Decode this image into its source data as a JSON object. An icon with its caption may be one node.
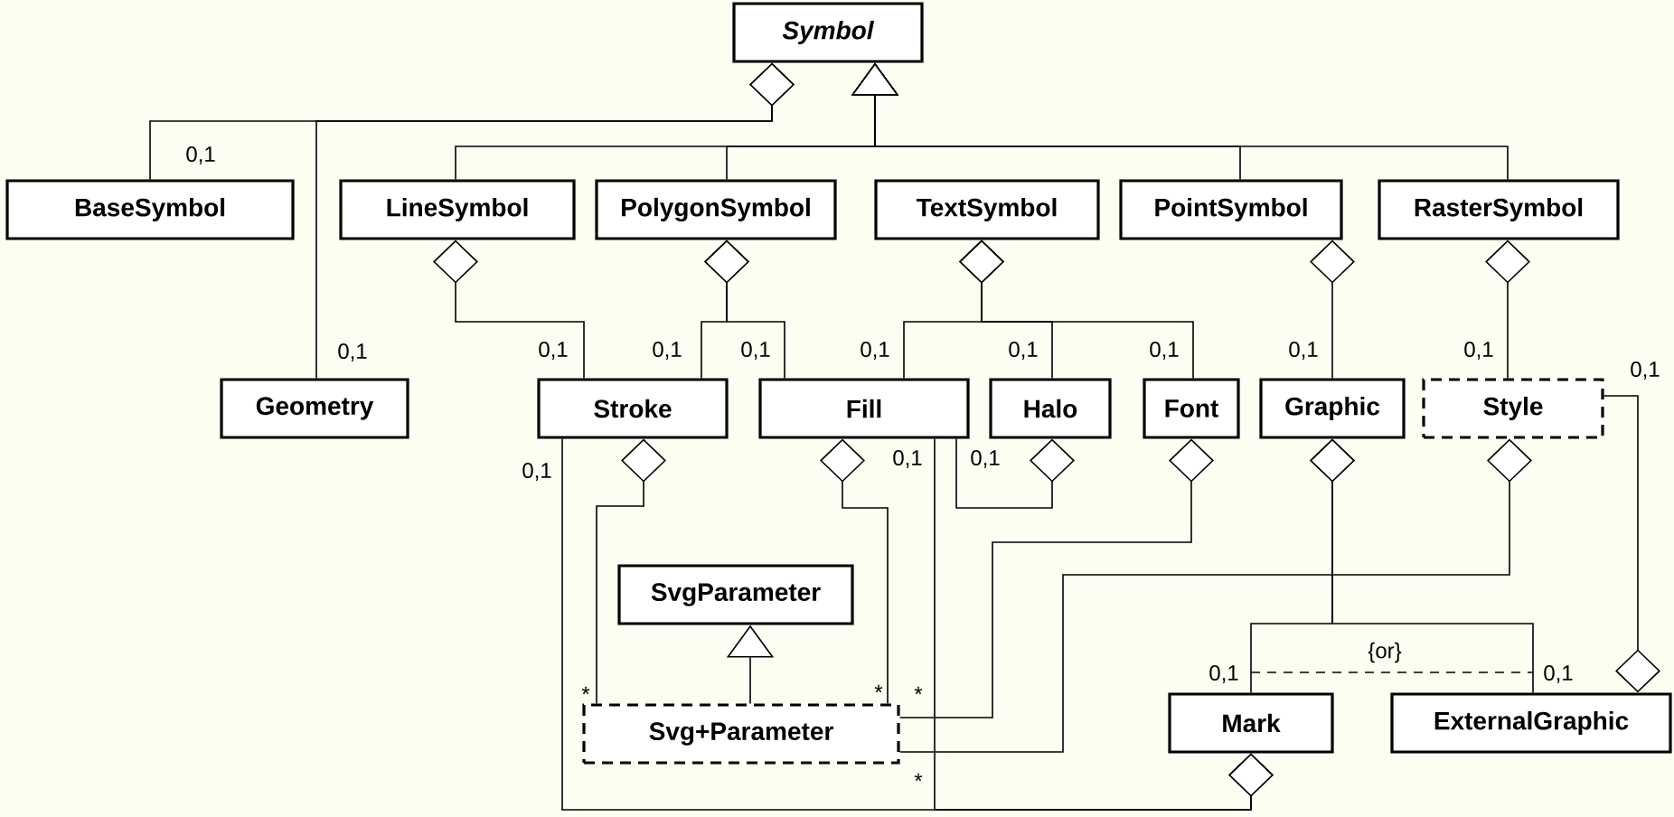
{
  "diagram": {
    "nodes": [
      {
        "text": [
          "Symbol"
        ]
      },
      {
        "text": [
          "BaseSymbol"
        ]
      },
      {
        "text": [
          "LineSymbol"
        ]
      },
      {
        "text": [
          "PolygonSymbol"
        ]
      },
      {
        "text": [
          "TextSymbol"
        ]
      },
      {
        "text": [
          "PointSymbol"
        ]
      },
      {
        "text": [
          "RasterSymbol"
        ]
      },
      {
        "text": [
          "Geometry"
        ]
      },
      {
        "text": [
          "Stroke"
        ]
      },
      {
        "text": [
          "Fill"
        ]
      },
      {
        "text": [
          "Halo"
        ]
      },
      {
        "text": [
          "Font"
        ]
      },
      {
        "text": [
          "Graphic"
        ]
      },
      {
        "text": [
          "Style"
        ]
      },
      {
        "text": [
          "SvgParameter"
        ]
      },
      {
        "text": [
          "Svg+Parameter"
        ]
      },
      {
        "text": [
          "Mark"
        ]
      },
      {
        "text": [
          "ExternalGraphic"
        ]
      }
    ],
    "edges": [
      {
        "from": 0,
        "to": 1,
        "arrow": "other",
        "label": "0,1"
      },
      {
        "from": 0,
        "to": 7,
        "arrow": "other",
        "label": "0,1"
      },
      {
        "from": 2,
        "to": 0,
        "arrow": "to"
      },
      {
        "from": 3,
        "to": 0,
        "arrow": "to"
      },
      {
        "from": 5,
        "to": 0,
        "arrow": "to"
      },
      {
        "from": 6,
        "to": 0,
        "arrow": "to"
      },
      {
        "from": 2,
        "to": 8,
        "arrow": "other",
        "label": "0,1"
      },
      {
        "from": 3,
        "to": 8,
        "arrow": "other",
        "label": "0,1"
      },
      {
        "from": 3,
        "to": 9,
        "arrow": "other",
        "label": "0,1"
      },
      {
        "from": 4,
        "to": 9,
        "arrow": "other",
        "label": "0,1"
      },
      {
        "from": 4,
        "to": 10,
        "arrow": "other",
        "label": "0,1"
      },
      {
        "from": 4,
        "to": 11,
        "arrow": "other",
        "label": "0,1"
      },
      {
        "from": 5,
        "to": 12,
        "arrow": "other",
        "label": "0,1"
      },
      {
        "from": 6,
        "to": 13,
        "arrow": "other",
        "label": "0,1"
      },
      {
        "from": 17,
        "to": 13,
        "arrow": "other",
        "label": "0,1"
      },
      {
        "from": 10,
        "to": 9,
        "arrow": "other",
        "label": "0,1"
      },
      {
        "from": 8,
        "to": 15,
        "arrow": "other",
        "label": "*"
      },
      {
        "from": 9,
        "to": 15,
        "arrow": "other",
        "label": "*"
      },
      {
        "from": 11,
        "to": 15,
        "arrow": "other",
        "label": "*"
      },
      {
        "from": 13,
        "to": 15,
        "arrow": "other",
        "label": "*"
      },
      {
        "from": 15,
        "to": 14,
        "arrow": "to"
      },
      {
        "from": 12,
        "to": 16,
        "arrow": "other",
        "label": "0,1"
      },
      {
        "from": 12,
        "to": 17,
        "arrow": "other",
        "label": "0,1"
      },
      {
        "from": 16,
        "to": 8,
        "arrow": "other",
        "label": "0,1"
      },
      {
        "from": 16,
        "to": 9,
        "arrow": "other",
        "label": "0,1"
      }
    ],
    "labels": [
      "{or}"
    ]
  }
}
